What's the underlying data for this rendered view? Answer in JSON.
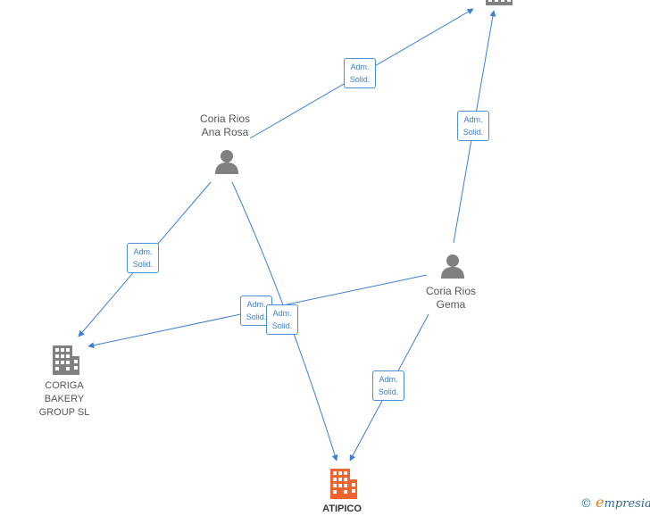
{
  "nodes": {
    "ana_rosa": {
      "label": "Coria Rios\nAna Rosa",
      "kind": "person"
    },
    "gema": {
      "label": "Coria Rios\nGema",
      "kind": "person"
    },
    "coriga": {
      "label": "CORIGA\nBAKERY\nGROUP  SL",
      "kind": "company"
    },
    "atipico": {
      "label": "ATIPICO",
      "kind": "company-focus"
    },
    "top_company": {
      "label": "",
      "kind": "company"
    }
  },
  "edges": [
    {
      "from": "ana_rosa",
      "to": "top_company",
      "label": "Adm.\nSolid."
    },
    {
      "from": "gema",
      "to": "top_company",
      "label": "Adm.\nSolid."
    },
    {
      "from": "ana_rosa",
      "to": "coriga",
      "label": "Adm.\nSolid."
    },
    {
      "from": "gema",
      "to": "coriga",
      "label": "Adm.\nSolid."
    },
    {
      "from": "ana_rosa",
      "to": "atipico",
      "label": "Adm.\nSolid."
    },
    {
      "from": "gema",
      "to": "atipico",
      "label": "Adm.\nSolid."
    }
  ],
  "colors": {
    "edge": "#3b7fd1",
    "person_icon": "#808080",
    "company_icon": "#808080",
    "focus_icon": "#f0632f"
  },
  "watermark": {
    "symbol": "©",
    "brand_initial": "e",
    "brand_rest": "mpresia"
  }
}
